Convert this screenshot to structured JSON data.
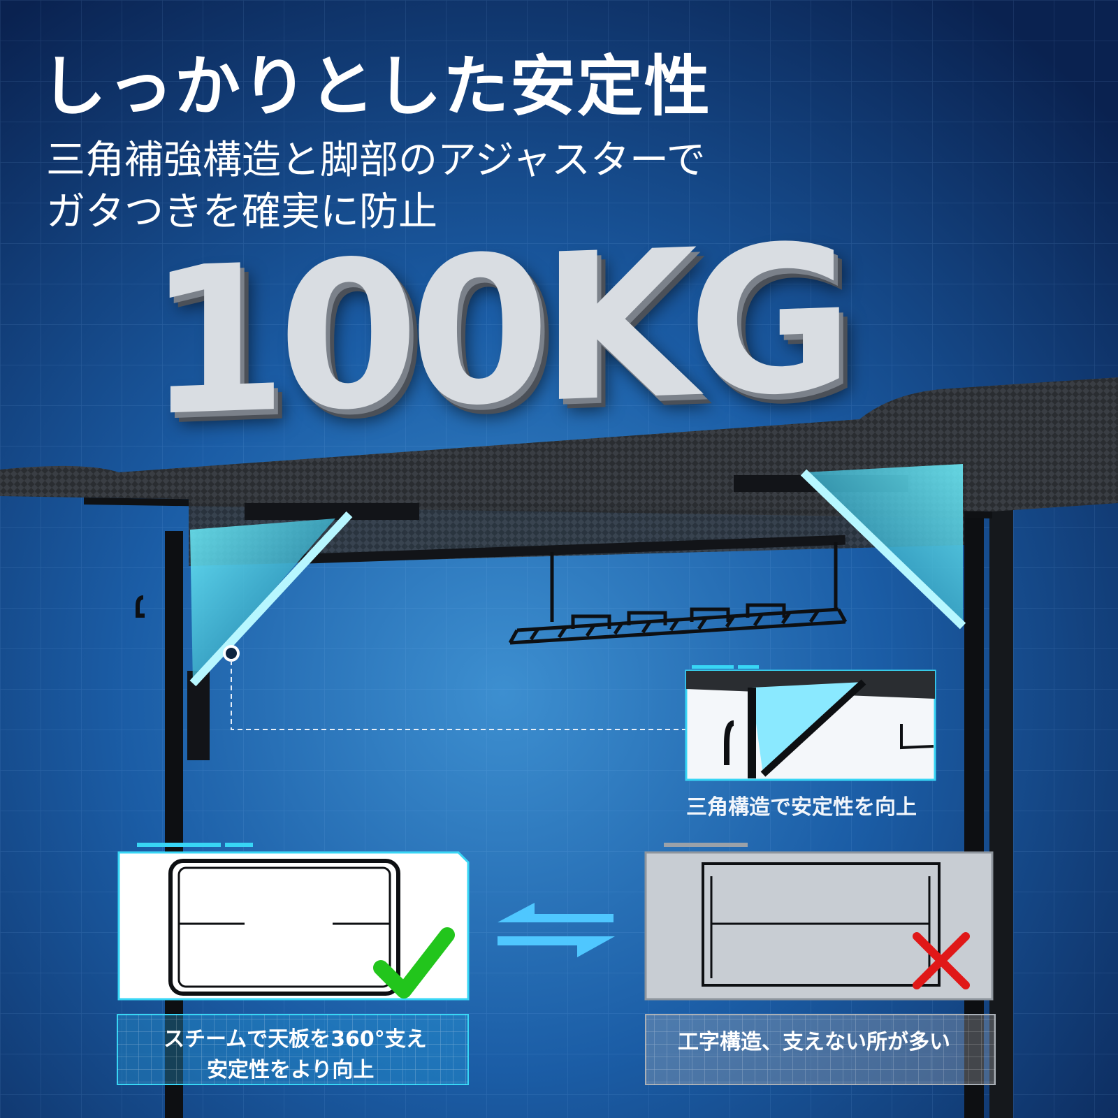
{
  "headline": "しっかりとした安定性",
  "subheadline": {
    "line1": "三角補強構造と脚部のアジャスターで",
    "line2": "ガタつきを確実に防止"
  },
  "load_capacity": "100KG",
  "inset": {
    "caption": "三角構造で安定性を向上"
  },
  "comparison": {
    "good": {
      "caption_line1": "スチームで天板を360°支え",
      "caption_line2": "安定性をより向上",
      "mark": "check-icon"
    },
    "bad": {
      "caption": "工字構造、支えない所が多い",
      "mark": "cross-icon"
    },
    "swap_icon": "swap-arrows-icon"
  },
  "colors": {
    "background": "#0b2350",
    "accent": "#38d6f5",
    "check": "#22c51c",
    "cross": "#e01818"
  }
}
